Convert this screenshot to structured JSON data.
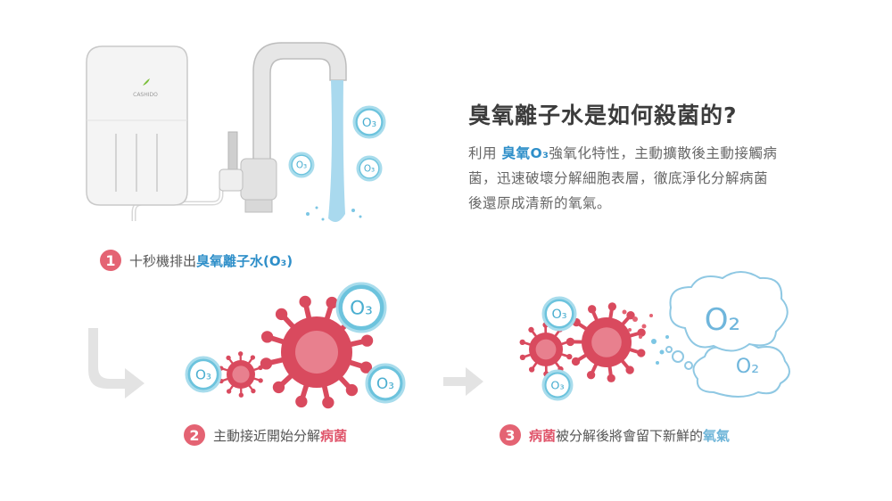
{
  "heading": "臭氧離子水是如何殺菌的?",
  "description": {
    "prefix": "利用 ",
    "highlight": "臭氧O₃",
    "rest": "強氧化特性，主動擴散後主動接觸病菌，迅速破壞分解細胞表層，徹底淨化分解病菌後還原成清新的氧氣。"
  },
  "device_logo": "CASHIDO",
  "steps": [
    {
      "number": "1",
      "text": "十秒機排出 ",
      "highlight": "臭氧離子水(O₃)"
    },
    {
      "number": "2",
      "text": "主動接近開始分解",
      "highlight": "病菌"
    },
    {
      "number": "3",
      "highlight": "病菌",
      "text": " 被分解後將會留下新鮮的",
      "highlight2": "氧氣"
    }
  ],
  "bubble_label": "O₃",
  "cloud_label": "O₂",
  "colors": {
    "accent_blue": "#2f8fc9",
    "virus_red": "#d94a5e",
    "bubble_blue": "#6cc3dd",
    "step_red": "#e46373"
  }
}
